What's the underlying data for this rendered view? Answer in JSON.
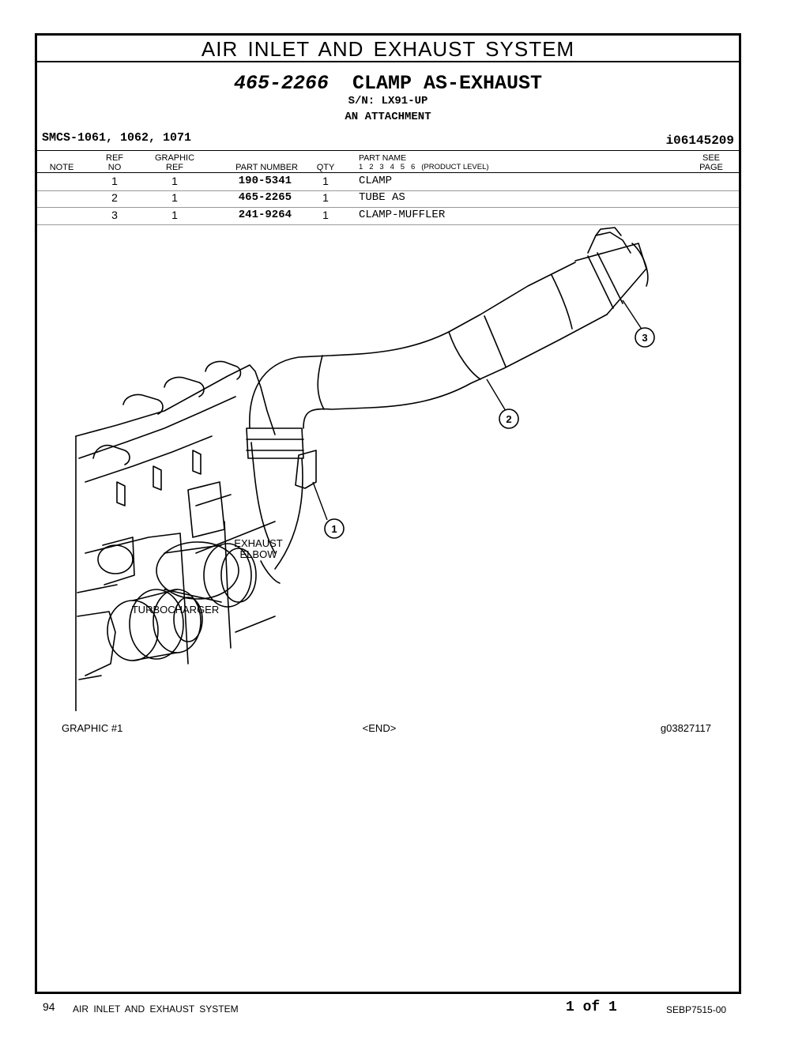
{
  "section_title": "AIR INLET AND EXHAUST SYSTEM",
  "group": {
    "part_number": "465-2266",
    "name": "CLAMP AS-EXHAUST",
    "serial": "S/N: LX91-UP",
    "type": "AN ATTACHMENT"
  },
  "smcs": "SMCS-1061, 1062, 1071",
  "illustration_id": "i06145209",
  "columns": {
    "note": "NOTE",
    "ref_top": "REF",
    "ref_bottom": "NO",
    "graphic_top": "GRAPHIC",
    "graphic_bottom": "REF",
    "part_number": "PART NUMBER",
    "qty": "QTY",
    "part_name_top": "PART NAME",
    "part_name_levels": "1   2   3   4   5   6   (PRODUCT LEVEL)",
    "see_top": "SEE",
    "see_bottom": "PAGE"
  },
  "rows": [
    {
      "ref": "1",
      "graphic": "1",
      "part_number": "190-5341",
      "qty": "1",
      "name": "CLAMP"
    },
    {
      "ref": "2",
      "graphic": "1",
      "part_number": "465-2265",
      "qty": "1",
      "name": "TUBE AS"
    },
    {
      "ref": "3",
      "graphic": "1",
      "part_number": "241-9264",
      "qty": "1",
      "name": "CLAMP-MUFFLER"
    }
  ],
  "graphic": {
    "callouts": [
      "1",
      "2",
      "3"
    ],
    "label_exhaust_1": "EXHAUST",
    "label_exhaust_2": "ELBOW",
    "label_turbo": "TURBOCHARGER"
  },
  "graphic_footer": {
    "left": "GRAPHIC #1",
    "center": "<END>",
    "right": "g03827117"
  },
  "footer": {
    "page": "94",
    "section": "AIR INLET AND EXHAUST SYSTEM",
    "page_of": "1 of 1",
    "doc": "SEBP7515-00"
  }
}
